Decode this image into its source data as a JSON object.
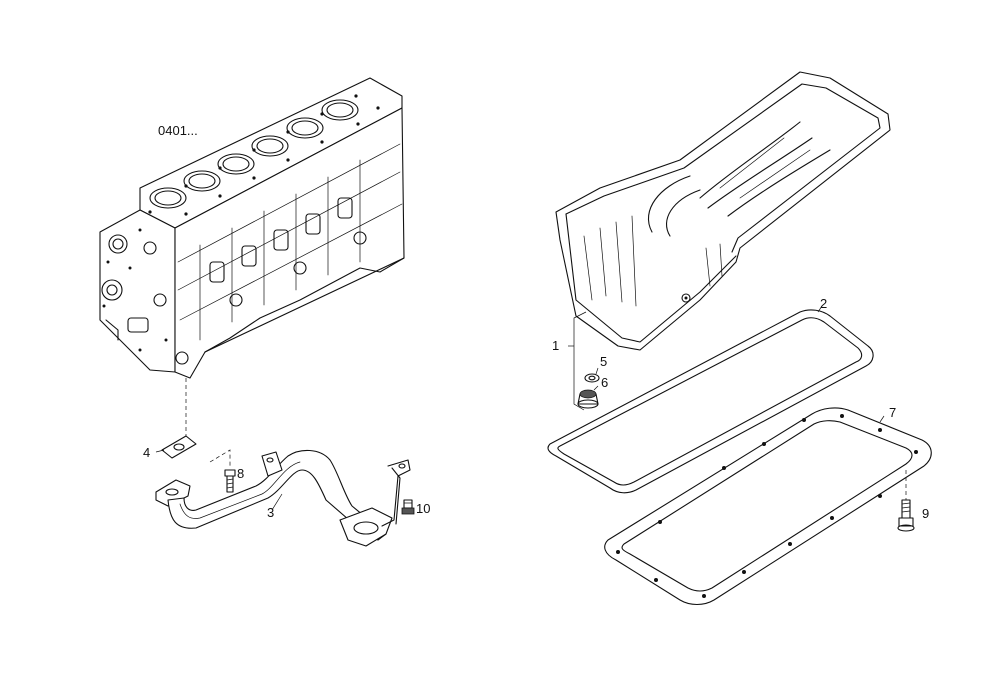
{
  "callouts": {
    "block_ref": "0401...",
    "c1": "1",
    "c2": "2",
    "c3": "3",
    "c4": "4",
    "c5": "5",
    "c6": "6",
    "c7": "7",
    "c8": "8",
    "c9": "9",
    "c10": "10"
  }
}
